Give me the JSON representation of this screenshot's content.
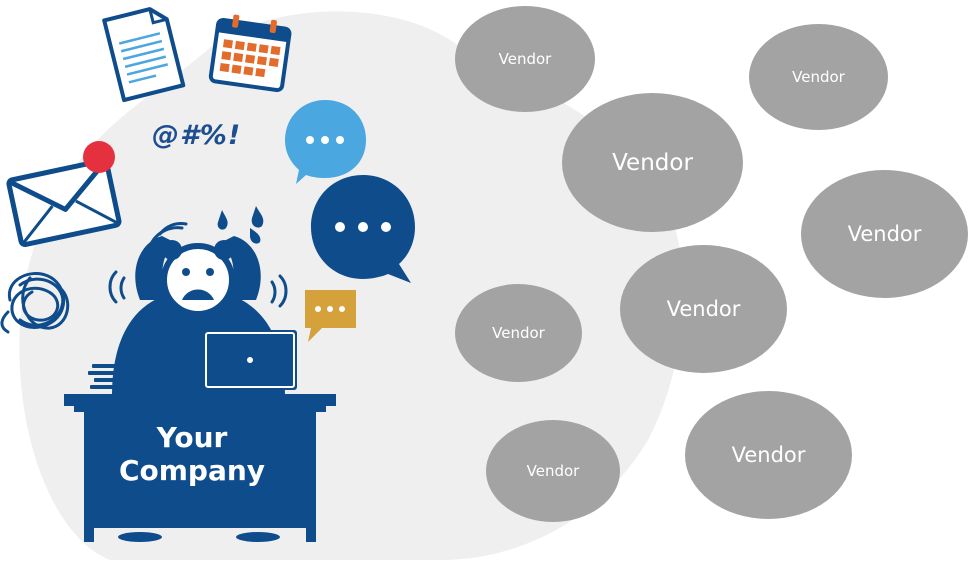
{
  "company": {
    "line1": "Your",
    "line2": "Company"
  },
  "frustration_symbols": "@#%!",
  "vendors": [
    {
      "label": "Vendor"
    },
    {
      "label": "Vendor"
    },
    {
      "label": "Vendor"
    },
    {
      "label": "Vendor"
    },
    {
      "label": "Vendor"
    },
    {
      "label": "Vendor"
    },
    {
      "label": "Vendor"
    },
    {
      "label": "Vendor"
    }
  ],
  "icons": [
    "document-icon",
    "calendar-icon",
    "email-notification-icon",
    "tangled-yarn-icon",
    "chat-bubble-icon",
    "laptop-icon"
  ],
  "colors": {
    "navy": "#0f4c8c",
    "light_blue": "#4aa7e0",
    "orange": "#e36b2c",
    "red": "#e5313f",
    "mustard": "#d4a13b",
    "vendor_gray": "#a3a3a3",
    "blob_gray": "#efeff0"
  }
}
